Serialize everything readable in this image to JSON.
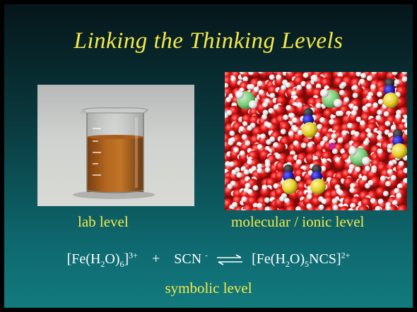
{
  "slide": {
    "title": "Linking the Thinking Levels",
    "captions": {
      "lab": "lab level",
      "molecular": "molecular / ionic level",
      "symbolic": "symbolic level"
    },
    "equation": {
      "reactant1_prefix": "[Fe(H",
      "reactant1_sub1": "2",
      "reactant1_mid": "O)",
      "reactant1_sub2": "6",
      "reactant1_close": "]",
      "reactant1_charge": "3+",
      "plus": "+",
      "reactant2": "SCN",
      "reactant2_charge": "-",
      "product_prefix": "[Fe(H",
      "product_sub1": "2",
      "product_mid": "O)",
      "product_sub2": "5",
      "product_suffix": "NCS]",
      "product_charge": "2+"
    },
    "colors": {
      "title": "#f5ea4a",
      "caption": "#f5ea4a",
      "equation": "#ffffff",
      "background_top": "#06161a",
      "background_bottom": "#127a7e"
    }
  }
}
